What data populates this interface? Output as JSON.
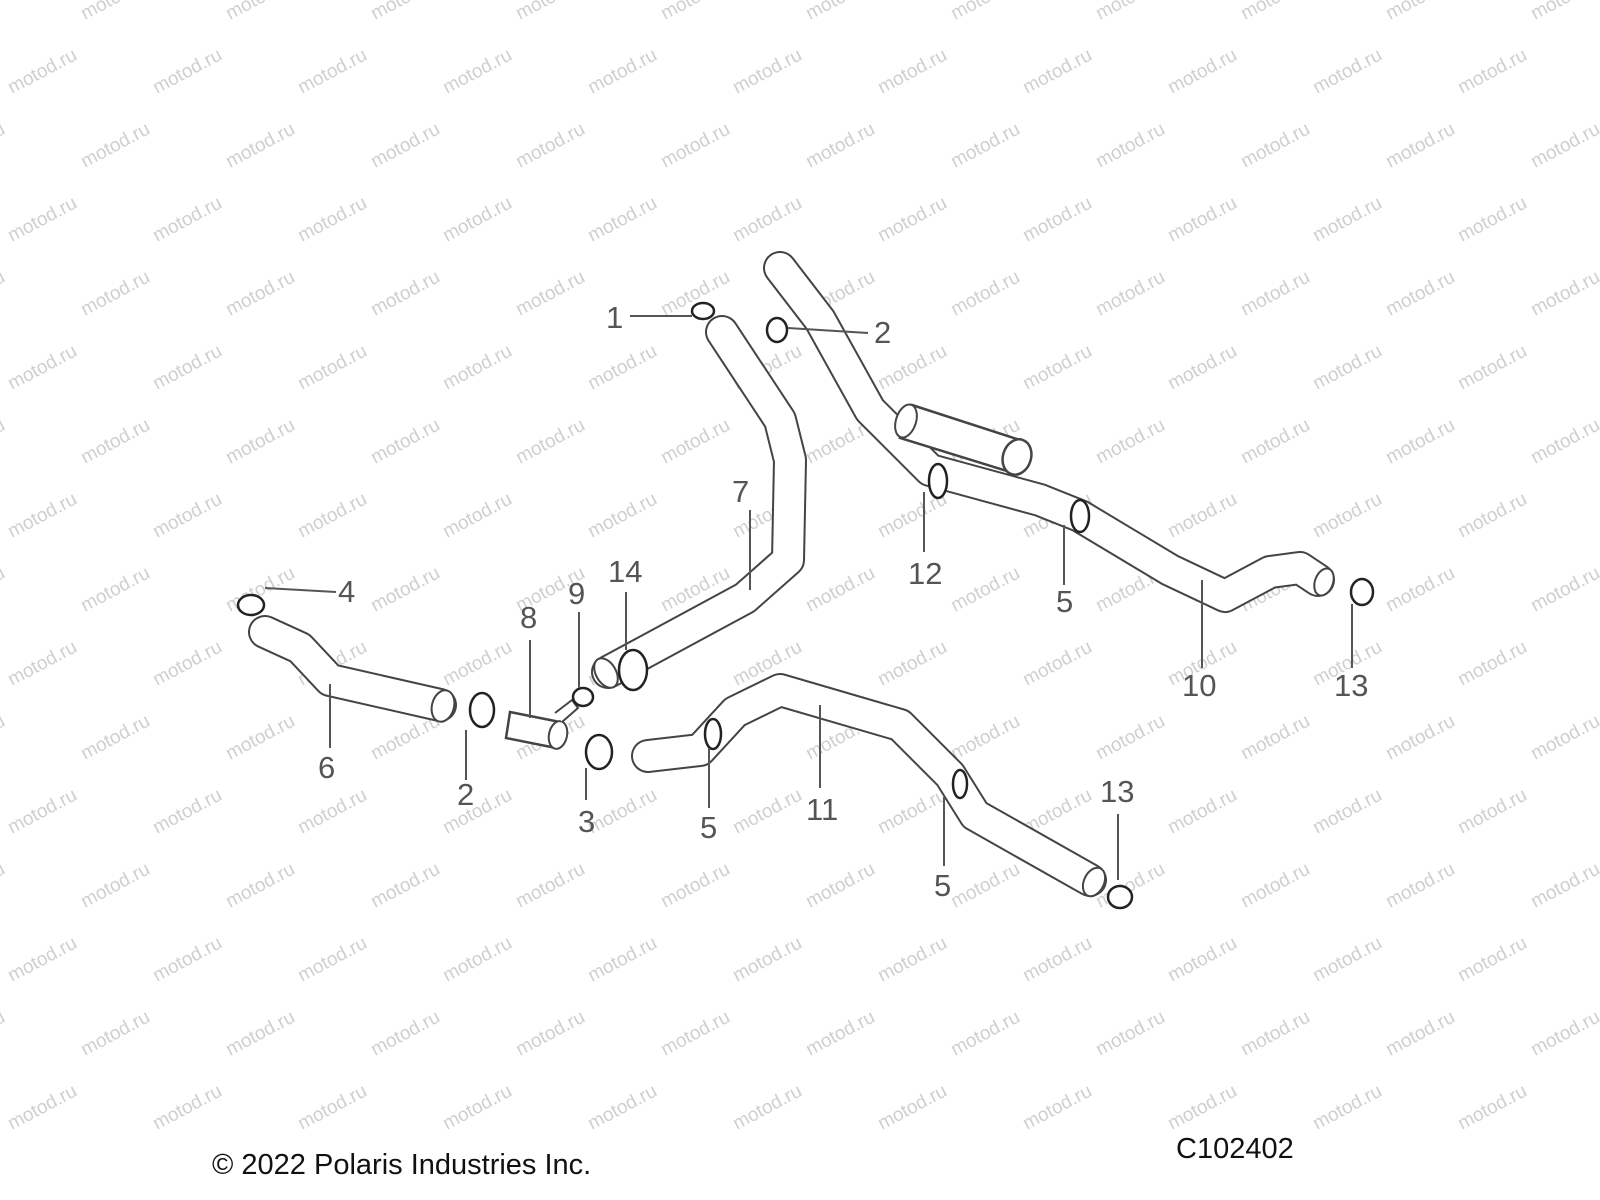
{
  "watermark": {
    "text": "motod.ru"
  },
  "callouts": {
    "c1": "1",
    "c2_top": "2",
    "c2_bottom": "2",
    "c3": "3",
    "c4": "4",
    "c5_upper": "5",
    "c5_left": "5",
    "c5_lower": "5",
    "c6": "6",
    "c7": "7",
    "c8": "8",
    "c9": "9",
    "c10": "10",
    "c11": "11",
    "c12": "12",
    "c13_upper": "13",
    "c13_lower": "13",
    "c14": "14"
  },
  "footer": {
    "copyright": "© 2022 Polaris Industries Inc.",
    "code": "C102402"
  },
  "colors": {
    "line": "#444444",
    "callout_text": "#555555",
    "watermark": "#cfcfcf"
  }
}
